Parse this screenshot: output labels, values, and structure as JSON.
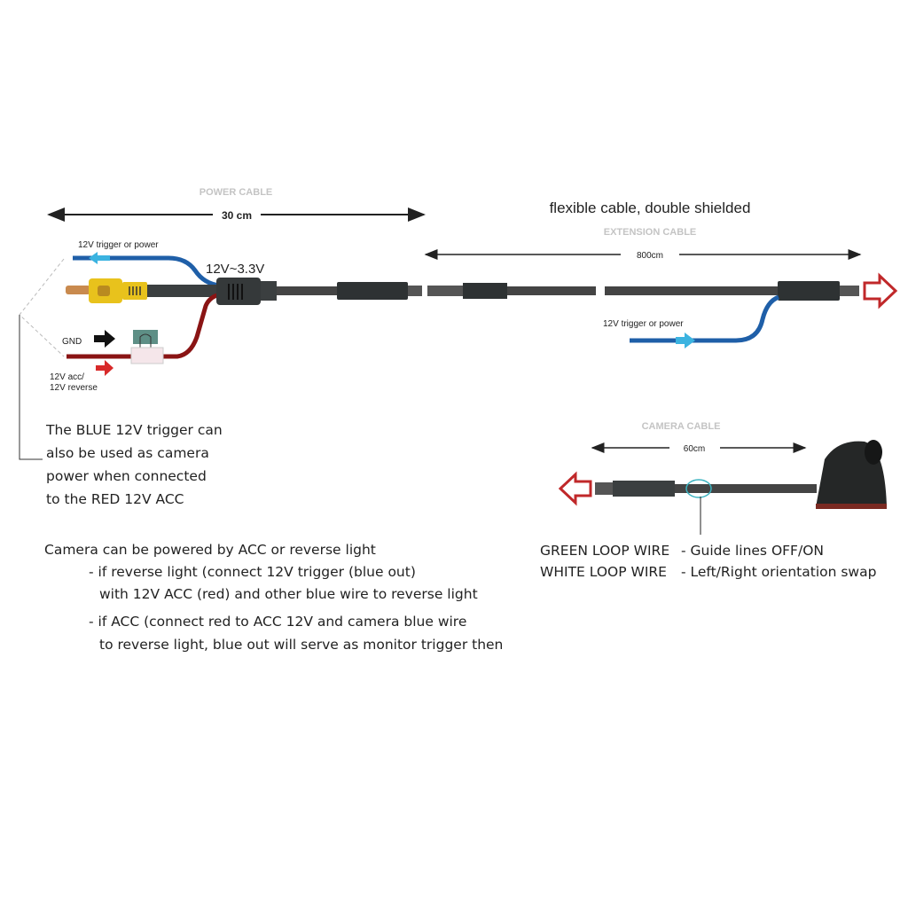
{
  "power_cable": {
    "title": "POWER CABLE",
    "length": "30 cm",
    "voltage": "12V~3.3V",
    "blue_wire_label": "12V  trigger or power",
    "gnd_label": "GND",
    "acc_label_line1": "12V acc/",
    "acc_label_line2": "12V reverse"
  },
  "extension_cable": {
    "heading": "flexible cable, double shielded",
    "title": "EXTENSION CABLE",
    "length": "800cm",
    "blue_wire_label": "12V  trigger or power"
  },
  "camera_cable": {
    "title": "CAMERA CABLE",
    "length": "60cm",
    "loops": [
      {
        "wire": "GREEN LOOP WIRE",
        "function": "- Guide lines OFF/ON"
      },
      {
        "wire": "WHITE LOOP WIRE",
        "function": "- Left/Right orientation swap"
      }
    ]
  },
  "blue_note": [
    "The BLUE 12V trigger can",
    "also be used as camera",
    "power when connected",
    "to the RED 12V ACC"
  ],
  "power_notes": {
    "intro": "Camera can be powered by ACC or reverse light",
    "reverse_line1": "- if reverse light (connect 12V trigger (blue out)",
    "reverse_line2": "with 12V ACC (red) and other blue wire to reverse light",
    "acc_line1": "- if ACC (connect red to ACC 12V and camera blue wire",
    "acc_line2": "to reverse light, blue out will serve as monitor trigger then"
  },
  "colors": {
    "blue_wire": "#1f5fa8",
    "red_wire": "#b01818",
    "arrow_red": "#c0282a",
    "cyan": "#3bb3e0",
    "yellow": "#e8c21c"
  }
}
